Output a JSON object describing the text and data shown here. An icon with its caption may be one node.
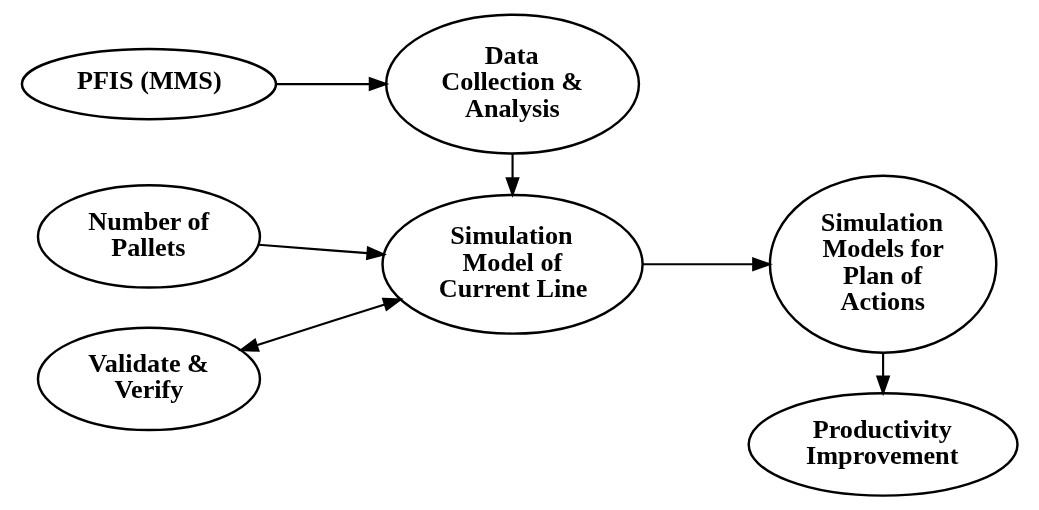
{
  "diagram": {
    "nodes": [
      {
        "text": [
          "PFIS (MMS)"
        ]
      },
      {
        "text": [
          "Data Collection & Analysis"
        ]
      },
      {
        "text": [
          "Number of Pallets"
        ]
      },
      {
        "text": [
          "Validate & Verify"
        ]
      },
      {
        "text": [
          "Simulation Model of Current Line"
        ]
      },
      {
        "text": [
          "Simulation Models for Plan of Actions"
        ]
      },
      {
        "text": [
          "Productivity Improvement"
        ]
      }
    ],
    "edges": [
      {
        "from": 0,
        "to": 1,
        "arrow": "to"
      },
      {
        "from": 1,
        "to": 4,
        "arrow": "to"
      },
      {
        "from": 2,
        "to": 4,
        "arrow": "to"
      },
      {
        "from": 3,
        "to": 4,
        "arrow": "both"
      },
      {
        "from": 4,
        "to": 5,
        "arrow": "to"
      },
      {
        "from": 5,
        "to": 6,
        "arrow": "to"
      }
    ]
  }
}
